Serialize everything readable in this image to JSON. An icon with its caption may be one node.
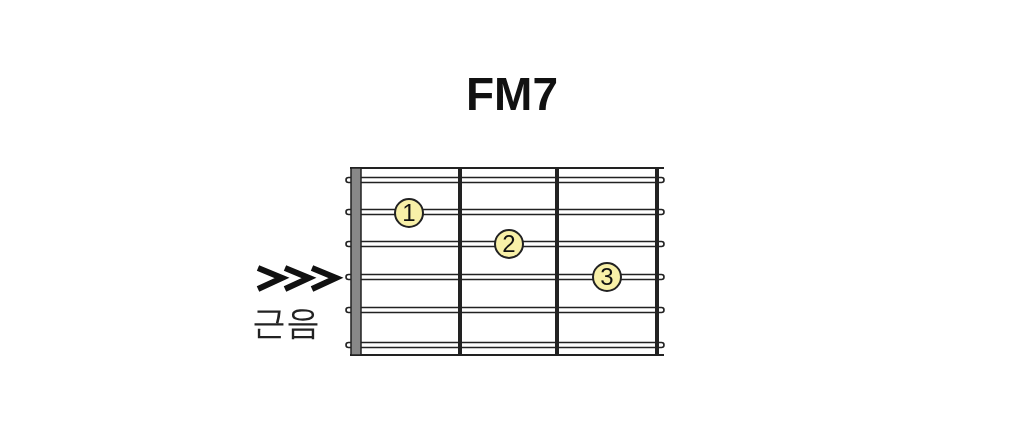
{
  "diagram": {
    "title": "FM7",
    "nodes": [
      {
        "text": [
          "1"
        ]
      },
      {
        "text": [
          "2"
        ]
      },
      {
        "text": [
          "3"
        ]
      }
    ],
    "labels": [
      "근음"
    ]
  }
}
